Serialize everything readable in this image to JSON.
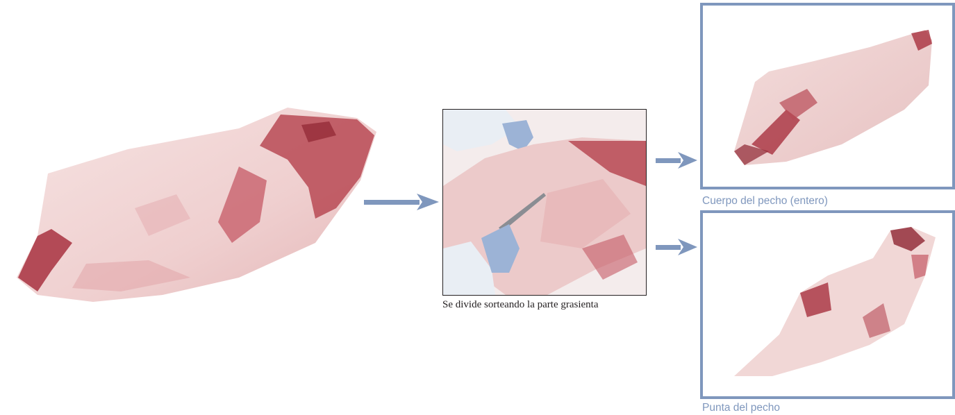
{
  "colors": {
    "arrow": "#7f97bd",
    "panel_border": "#7f97bd",
    "caption_text": "#7f97bd",
    "meat_fat": "#f1d7d6",
    "meat_red": "#a8313f",
    "glove": "#9cb3d6"
  },
  "split_step": {
    "caption": "Se divide sorteando la parte grasienta"
  },
  "results": [
    {
      "caption": "Cuerpo del pecho (entero)"
    },
    {
      "caption": "Punta del pecho"
    }
  ]
}
